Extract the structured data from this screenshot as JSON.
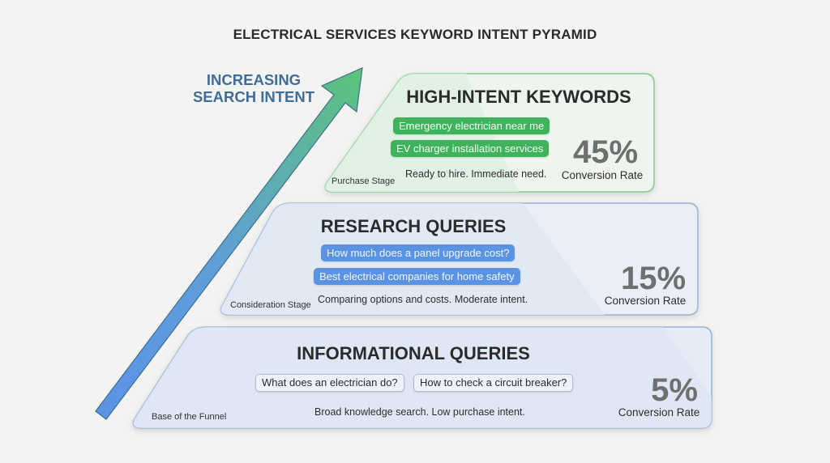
{
  "title": "ELECTRICAL SERVICES KEYWORD INTENT PYRAMID",
  "intent_arrow": {
    "label_line1": "INCREASING",
    "label_line2": "SEARCH INTENT",
    "color_start": "#5b93e6",
    "color_end": "#5cc37a",
    "icon": "arrow-up-right-icon"
  },
  "tiers": [
    {
      "heading": "HIGH-INTENT KEYWORDS",
      "stage": "Purchase Stage",
      "keywords": [
        "Emergency electrician near me",
        "EV charger installation services"
      ],
      "description": "Ready to hire. Immediate need.",
      "conversion_value": "45%",
      "conversion_label": "Conversion Rate",
      "accent": "#3fb35b"
    },
    {
      "heading": "RESEARCH QUERIES",
      "stage": "Consideration Stage",
      "keywords": [
        "How much does a panel upgrade cost?",
        "Best electrical companies for home safety"
      ],
      "description": "Comparing options and costs. Moderate intent.",
      "conversion_value": "15%",
      "conversion_label": "Conversion Rate",
      "accent": "#5a93e4"
    },
    {
      "heading": "INFORMATIONAL QUERIES",
      "stage": "Base of the Funnel",
      "keywords": [
        "What does an electrician do?",
        "How to check a circuit breaker?"
      ],
      "description": "Broad knowledge search. Low purchase intent.",
      "conversion_value": "5%",
      "conversion_label": "Conversion Rate",
      "accent": "#aebddb"
    }
  ]
}
